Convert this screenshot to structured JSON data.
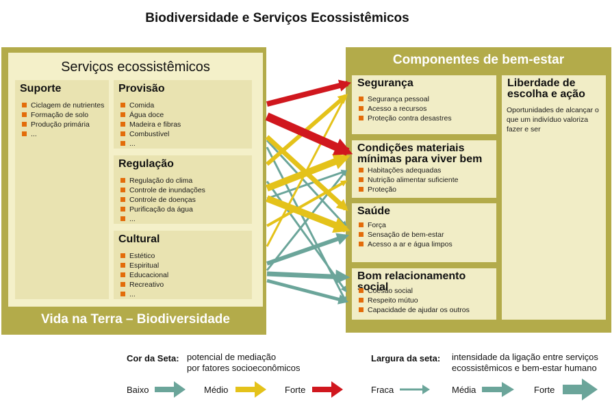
{
  "title": "Biodiversidade e Serviços Ecossistêmicos",
  "colors": {
    "low": "#6ba59a",
    "medium": "#e4c21a",
    "high": "#d0171e",
    "panel": "#b3ab4a",
    "bullet": "#e36c0a"
  },
  "services": {
    "title": "Serviços ecossistêmicos",
    "base_label": "Vida na Terra – Biodiversidade",
    "support": {
      "title": "Suporte",
      "items": [
        "Ciclagem de nutrientes",
        "Formação de solo",
        "Produção primária",
        "..."
      ]
    },
    "provision": {
      "title": "Provisão",
      "items": [
        "Comida",
        "Água doce",
        "Madeira e fibras",
        "Combustível",
        "..."
      ]
    },
    "regulation": {
      "title": "Regulação",
      "items": [
        "Regulação do clima",
        "Controle de inundações",
        "Controle de doenças",
        "Purificação da água",
        "..."
      ]
    },
    "cultural": {
      "title": "Cultural",
      "items": [
        "Estético",
        "Espiritual",
        "Educacional",
        "Recreativo",
        "..."
      ]
    }
  },
  "wellbeing": {
    "title": "Componentes de bem-estar",
    "security": {
      "title": "Segurança",
      "items": [
        "Segurança pessoal",
        "Acesso a recursos",
        "Proteção contra desastres"
      ]
    },
    "material": {
      "title_line1": "Condições materiais",
      "title_line2": "mínimas para viver bem",
      "items": [
        "Habitações adequadas",
        "Nutrição alimentar suficiente",
        "Proteção"
      ]
    },
    "health": {
      "title": "Saúde",
      "items": [
        "Força",
        "Sensação de bem-estar",
        "Acesso a ar e água limpos"
      ]
    },
    "social": {
      "title": "Bom relacionamento social",
      "items": [
        "Coesão social",
        "Respeito mútuo",
        "Capacidade de ajudar os outros"
      ]
    },
    "freedom": {
      "title_line1": "Liberdade de",
      "title_line2": "escolha e ação",
      "text": "Oportunidades de alcançar o que um indivíduo valoriza fazer e ser"
    }
  },
  "legend": {
    "color_label": "Cor da Seta:",
    "color_desc_line1": "potencial de mediação",
    "color_desc_line2": "por fatores socioeconômicos",
    "color_levels": [
      "Baixo",
      "Médio",
      "Forte"
    ],
    "width_label": "Largura da seta:",
    "width_desc_line1": "intensidade da ligação entre serviços",
    "width_desc_line2": "ecossistêmicos e bem-estar humano",
    "width_levels": [
      "Fraca",
      "Média",
      "Forte"
    ]
  }
}
